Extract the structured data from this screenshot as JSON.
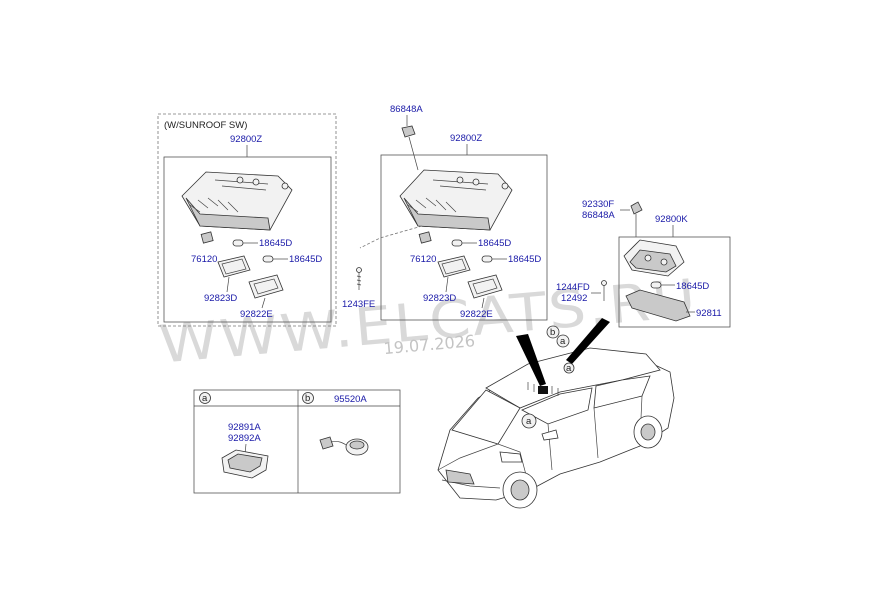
{
  "watermark": {
    "site": "WWW.ELCATS.RU",
    "date": "19.07.2026"
  },
  "sunroof_group": {
    "caption": "(W/SUNROOF SW)",
    "assembly": "92800Z"
  },
  "left_parts": {
    "lamp_a": "18645D",
    "lamp_b": "18645D",
    "bulb_holder": "76120",
    "lens_large": "92823D",
    "lens_small": "92822E"
  },
  "center_group": {
    "clip_top": "86848A",
    "assembly": "92800Z",
    "screw": "1243FE",
    "lamp_a": "18645D",
    "lamp_b": "18645D",
    "bulb_holder": "76120",
    "lens_large": "92823D",
    "lens_small": "92822E"
  },
  "right_group": {
    "clip_top_1": "92330F",
    "clip_top_2": "86848A",
    "assembly": "92800K",
    "screw_1": "1244FD",
    "screw_2": "12492",
    "lamp": "18645D",
    "lens": "92811"
  },
  "detail_table": {
    "cell_a": {
      "marker": "a",
      "part_1": "92891A",
      "part_2": "92892A"
    },
    "cell_b": {
      "marker": "b",
      "part": "95520A"
    }
  },
  "car_callouts": {
    "marker_a_roof": "a",
    "marker_a_top": "a",
    "marker_b_top": "b",
    "marker_a_windshield": "a"
  }
}
